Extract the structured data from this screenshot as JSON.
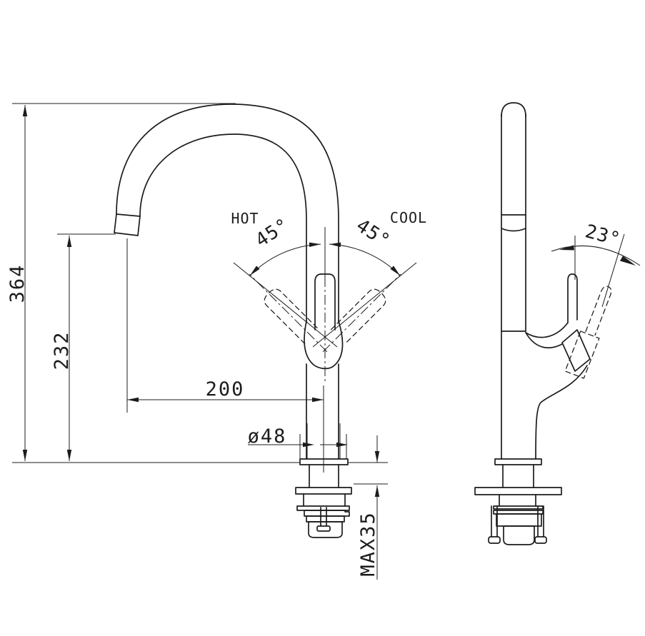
{
  "colors": {
    "line": "#1c1c1c",
    "background": "#ffffff"
  },
  "front_view": {
    "labels": {
      "hot": "HOT",
      "cool": "COOL"
    },
    "dimensions": {
      "total_height": "364",
      "spout_outlet_height": "232",
      "spout_reach": "200",
      "base_diameter": "ø48",
      "max_mounting_thickness": "MAX35",
      "handle_swing_left": "45°",
      "handle_swing_right": "45°"
    }
  },
  "side_view": {
    "dimensions": {
      "handle_tilt": "23°"
    }
  }
}
